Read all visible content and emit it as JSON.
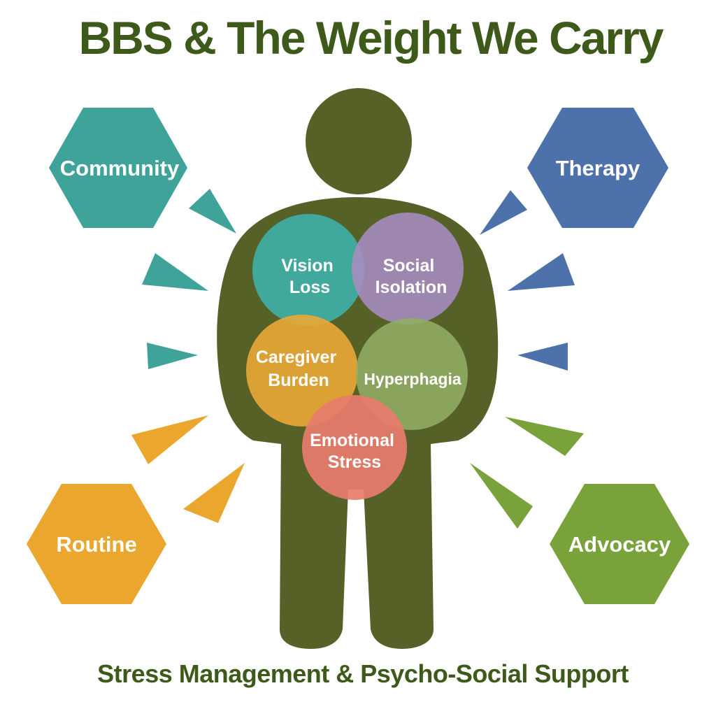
{
  "title": "BBS & The Weight We Carry",
  "subtitle": "Stress Management & Psycho-Social Support",
  "colors": {
    "title": "#3e5a1a",
    "figure": "#566128",
    "teal": "#3fa39a",
    "blue": "#4d72ab",
    "orange": "#eba72d",
    "green": "#7aa23a"
  },
  "supports": [
    {
      "id": "community",
      "label": "Community",
      "color": "#3fa39a"
    },
    {
      "id": "therapy",
      "label": "Therapy",
      "color": "#4d72ab"
    },
    {
      "id": "routine",
      "label": "Routine",
      "color": "#eba72d"
    },
    {
      "id": "advocacy",
      "label": "Advocacy",
      "color": "#7aa23a"
    }
  ],
  "burdens": [
    {
      "id": "vision-loss",
      "lines": [
        "Vision",
        "Loss"
      ],
      "color": "#3fb1a7"
    },
    {
      "id": "social-isolation",
      "lines": [
        "Social",
        "Isolation"
      ],
      "color": "#a98cc0"
    },
    {
      "id": "caregiver-burden",
      "lines": [
        "Caregiver",
        "Burden"
      ],
      "color": "#eaa836"
    },
    {
      "id": "hyperphagia",
      "lines": [
        "Hyperphagia"
      ],
      "color": "#92ad65"
    },
    {
      "id": "emotional-stress",
      "lines": [
        "Emotional",
        "Stress"
      ],
      "color": "#e77c6c"
    }
  ]
}
